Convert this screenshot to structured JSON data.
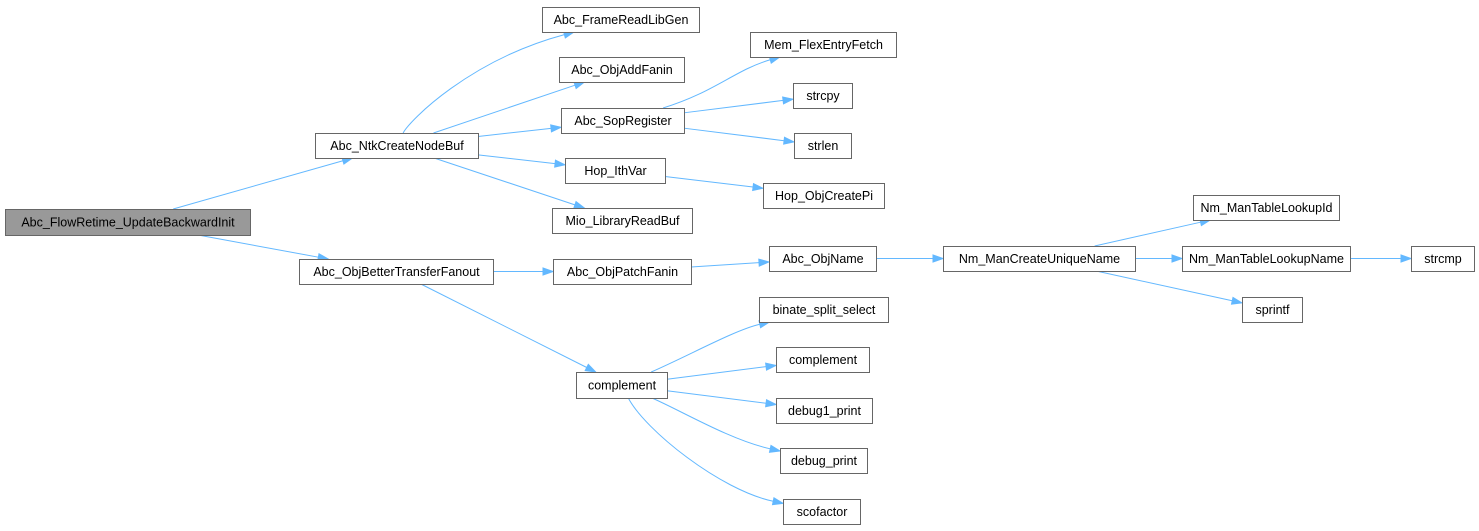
{
  "graph": {
    "colors": {
      "edge": "#63b8ff",
      "node_border": "#666666",
      "root_fill": "#999999",
      "node_fill": "#ffffff"
    },
    "nodes": [
      {
        "id": "root",
        "label": "Abc_FlowRetime_UpdateBackwardInit",
        "root": true
      },
      {
        "id": "ntk",
        "label": "Abc_NtkCreateNodeBuf"
      },
      {
        "id": "better",
        "label": "Abc_ObjBetterTransferFanout"
      },
      {
        "id": "frame",
        "label": "Abc_FrameReadLibGen"
      },
      {
        "id": "addfanin",
        "label": "Abc_ObjAddFanin"
      },
      {
        "id": "sopreg",
        "label": "Abc_SopRegister"
      },
      {
        "id": "hopith",
        "label": "Hop_IthVar"
      },
      {
        "id": "mio",
        "label": "Mio_LibraryReadBuf"
      },
      {
        "id": "memflex",
        "label": "Mem_FlexEntryFetch"
      },
      {
        "id": "strcpy",
        "label": "strcpy"
      },
      {
        "id": "strlen",
        "label": "strlen"
      },
      {
        "id": "hoppi",
        "label": "Hop_ObjCreatePi"
      },
      {
        "id": "patch",
        "label": "Abc_ObjPatchFanin"
      },
      {
        "id": "complement1",
        "label": "complement"
      },
      {
        "id": "objname",
        "label": "Abc_ObjName"
      },
      {
        "id": "nmunique",
        "label": "Nm_ManCreateUniqueName"
      },
      {
        "id": "nmlookupid",
        "label": "Nm_ManTableLookupId"
      },
      {
        "id": "nmlookupname",
        "label": "Nm_ManTableLookupName"
      },
      {
        "id": "sprintf",
        "label": "sprintf"
      },
      {
        "id": "strcmp",
        "label": "strcmp"
      },
      {
        "id": "binate",
        "label": "binate_split_select"
      },
      {
        "id": "complement2",
        "label": "complement"
      },
      {
        "id": "debug1",
        "label": "debug1_print"
      },
      {
        "id": "debug",
        "label": "debug_print"
      },
      {
        "id": "scofactor",
        "label": "scofactor"
      }
    ],
    "edges": [
      {
        "from": "root",
        "to": "ntk"
      },
      {
        "from": "root",
        "to": "better"
      },
      {
        "from": "ntk",
        "to": "frame"
      },
      {
        "from": "ntk",
        "to": "addfanin"
      },
      {
        "from": "ntk",
        "to": "sopreg"
      },
      {
        "from": "ntk",
        "to": "hopith"
      },
      {
        "from": "ntk",
        "to": "mio"
      },
      {
        "from": "sopreg",
        "to": "memflex"
      },
      {
        "from": "sopreg",
        "to": "strcpy"
      },
      {
        "from": "sopreg",
        "to": "strlen"
      },
      {
        "from": "hopith",
        "to": "hoppi"
      },
      {
        "from": "better",
        "to": "patch"
      },
      {
        "from": "better",
        "to": "complement1"
      },
      {
        "from": "patch",
        "to": "objname"
      },
      {
        "from": "objname",
        "to": "nmunique"
      },
      {
        "from": "nmunique",
        "to": "nmlookupid"
      },
      {
        "from": "nmunique",
        "to": "nmlookupname"
      },
      {
        "from": "nmunique",
        "to": "sprintf"
      },
      {
        "from": "nmlookupname",
        "to": "strcmp"
      },
      {
        "from": "complement1",
        "to": "binate"
      },
      {
        "from": "complement1",
        "to": "complement2"
      },
      {
        "from": "complement1",
        "to": "debug1"
      },
      {
        "from": "complement1",
        "to": "debug"
      },
      {
        "from": "complement1",
        "to": "scofactor"
      }
    ]
  }
}
